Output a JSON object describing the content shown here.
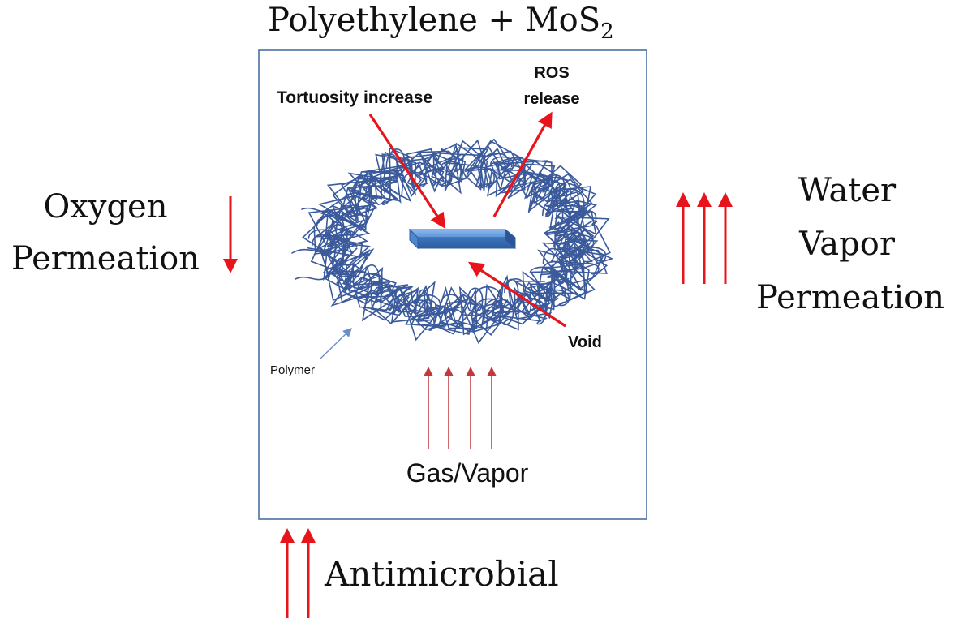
{
  "title": {
    "main": "Polyethylene + MoS",
    "subscript": "2"
  },
  "left_label": [
    "Oxygen",
    "Permeation"
  ],
  "right_label": [
    "Water",
    "Vapor",
    "Permeation"
  ],
  "bottom_label": "Antimicrobial",
  "inner": {
    "tortuosity": "Tortuosity increase",
    "ros": [
      "ROS",
      "release"
    ],
    "void": "Void",
    "polymer": "Polymer",
    "gas": "Gas/Vapor"
  },
  "colors": {
    "arrow": "#e8141b",
    "thin_arrow": "#c0393b",
    "frame": "#4a6fa5",
    "polymer": "#3a5a9c",
    "sheet": "#4a86d0"
  }
}
